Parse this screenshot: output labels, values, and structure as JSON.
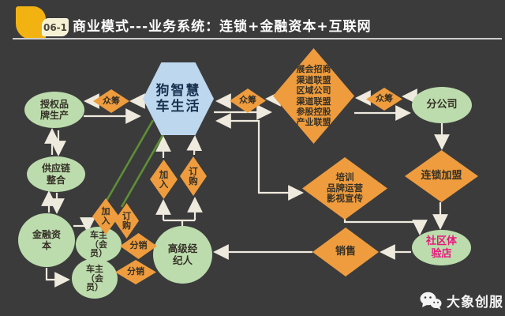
{
  "header": {
    "badge": "06-1",
    "title": "商业模式---业务系统：连锁+金融资本+互联网"
  },
  "footer": {
    "brand": "大象创服"
  },
  "colors": {
    "background": "#3b3b3b",
    "diamond_orange": "#ee9c3e",
    "node_green": "#bcdcad",
    "hexagon_blue": "#bdd7ee",
    "connector_cream": "#efeade",
    "green_link": "#5d8f35",
    "highlight_pink": "#e8167d",
    "logo_yellow": "#f2b211"
  },
  "nodes": {
    "hexagon_core": {
      "label": "狗智慧\n车生活"
    },
    "authorized_brand": {
      "label": "授权品\n牌生产"
    },
    "supply_chain": {
      "label": "供应链\n整合"
    },
    "financial_capital": {
      "label": "金融资\n本"
    },
    "crowdfund_left": {
      "label": "众筹"
    },
    "crowdfund_mid": {
      "label": "众筹"
    },
    "crowdfund_right": {
      "label": "众筹"
    },
    "alliance_list": {
      "label": "展会招商\n渠道联盟\n区域公司\n渠道联盟\n参股控股\n产业联盟"
    },
    "branch_company": {
      "label": "分公司"
    },
    "chain_franchise": {
      "label": "连锁加盟"
    },
    "training": {
      "label": "培训\n品牌运营\n影视宣传"
    },
    "community_store": {
      "label": "社区体\n验店"
    },
    "sales": {
      "label": "销售"
    },
    "car_owner_1": {
      "label": "车主\n（会\n员）"
    },
    "car_owner_2": {
      "label": "车主\n（会\n员）"
    },
    "senior_broker": {
      "label": "高级经\n纪人"
    },
    "join_small": {
      "label": "加\n入"
    },
    "order_small": {
      "label": "订\n购"
    },
    "join_mid": {
      "label": "加\n入"
    },
    "order_mid": {
      "label": "订\n购"
    },
    "distribute_1": {
      "label": "分销"
    },
    "distribute_2": {
      "label": "分销"
    }
  }
}
